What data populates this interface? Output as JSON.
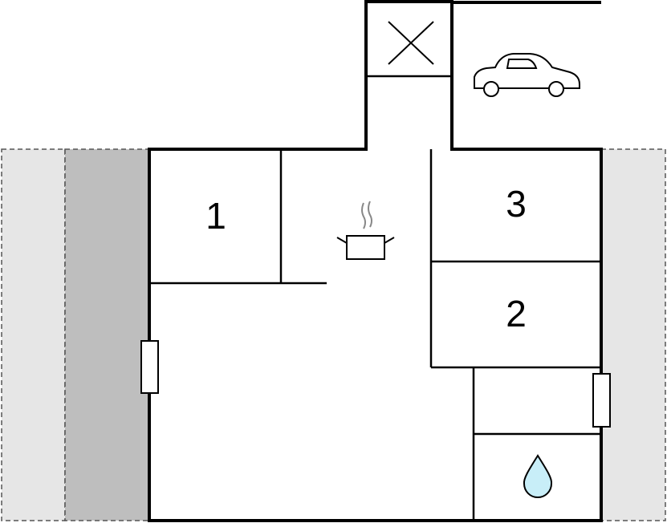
{
  "rooms": [
    {
      "label": "1"
    },
    {
      "label": "3"
    },
    {
      "label": "2"
    }
  ],
  "icons": {
    "car": "car-icon",
    "cooking_pot": "cooking-pot-icon",
    "water_drop": "water-drop-icon",
    "closed_cross": "cross-icon"
  },
  "colors": {
    "wall": "#000000",
    "terrace_light": "#e6e6e6",
    "terrace_dark": "#bebebe",
    "water": "#c8eef8",
    "steam": "#888888"
  }
}
